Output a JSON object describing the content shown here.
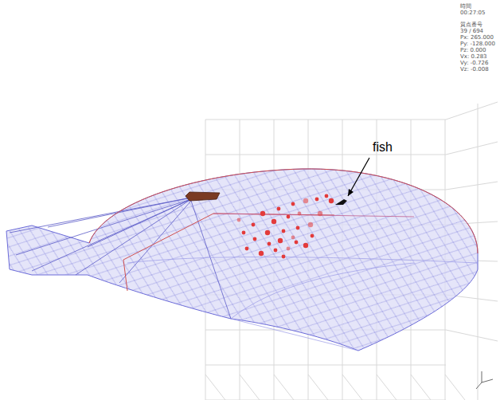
{
  "diagram": {
    "labels": [
      "時間",
      "00:27:05",
      "質点番号",
      "39 / 694",
      "Px: 265.000",
      "Py: -128.000",
      "Pz: 0.000",
      "Vx: 0.283",
      "Vy: -0.726",
      "Vz: -0.008",
      "fish"
    ]
  }
}
